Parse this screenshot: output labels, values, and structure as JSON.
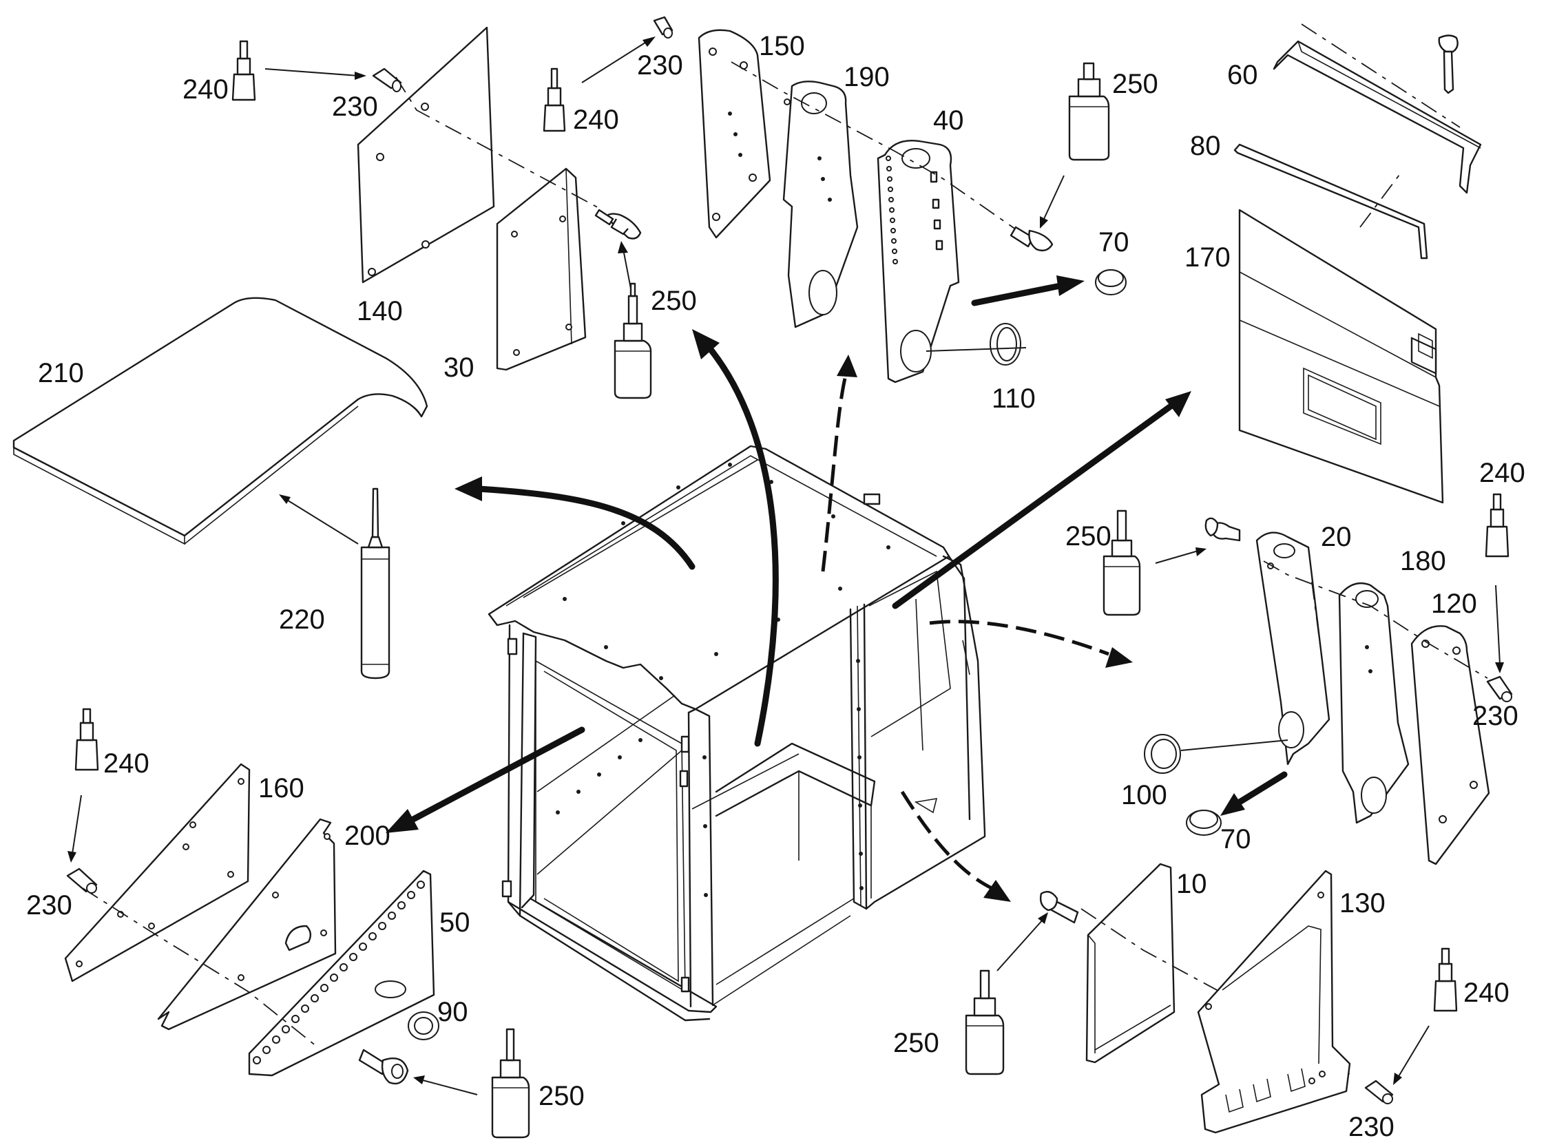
{
  "callouts": [
    {
      "id": "c240a",
      "text": "240"
    },
    {
      "id": "c230a",
      "text": "230"
    },
    {
      "id": "c140",
      "text": "140"
    },
    {
      "id": "c30",
      "text": "30"
    },
    {
      "id": "c240b",
      "text": "240"
    },
    {
      "id": "c230b",
      "text": "230"
    },
    {
      "id": "c150",
      "text": "150"
    },
    {
      "id": "c190",
      "text": "190"
    },
    {
      "id": "c250a",
      "text": "250"
    },
    {
      "id": "c40",
      "text": "40"
    },
    {
      "id": "c250b",
      "text": "250"
    },
    {
      "id": "c70a",
      "text": "70"
    },
    {
      "id": "c110",
      "text": "110"
    },
    {
      "id": "c60",
      "text": "60"
    },
    {
      "id": "c80",
      "text": "80"
    },
    {
      "id": "c170",
      "text": "170"
    },
    {
      "id": "c210",
      "text": "210"
    },
    {
      "id": "c220",
      "text": "220"
    },
    {
      "id": "c240c",
      "text": "240"
    },
    {
      "id": "c250c",
      "text": "250"
    },
    {
      "id": "c20",
      "text": "20"
    },
    {
      "id": "c180",
      "text": "180"
    },
    {
      "id": "c120",
      "text": "120"
    },
    {
      "id": "c230c",
      "text": "230"
    },
    {
      "id": "c100",
      "text": "100"
    },
    {
      "id": "c70b",
      "text": "70"
    },
    {
      "id": "c240d",
      "text": "240"
    },
    {
      "id": "c160",
      "text": "160"
    },
    {
      "id": "c200",
      "text": "200"
    },
    {
      "id": "c230d",
      "text": "230"
    },
    {
      "id": "c50",
      "text": "50"
    },
    {
      "id": "c90",
      "text": "90"
    },
    {
      "id": "c250d",
      "text": "250"
    },
    {
      "id": "c10",
      "text": "10"
    },
    {
      "id": "c130",
      "text": "130"
    },
    {
      "id": "c250e",
      "text": "250"
    },
    {
      "id": "c240e",
      "text": "240"
    },
    {
      "id": "c230e",
      "text": "230"
    }
  ]
}
